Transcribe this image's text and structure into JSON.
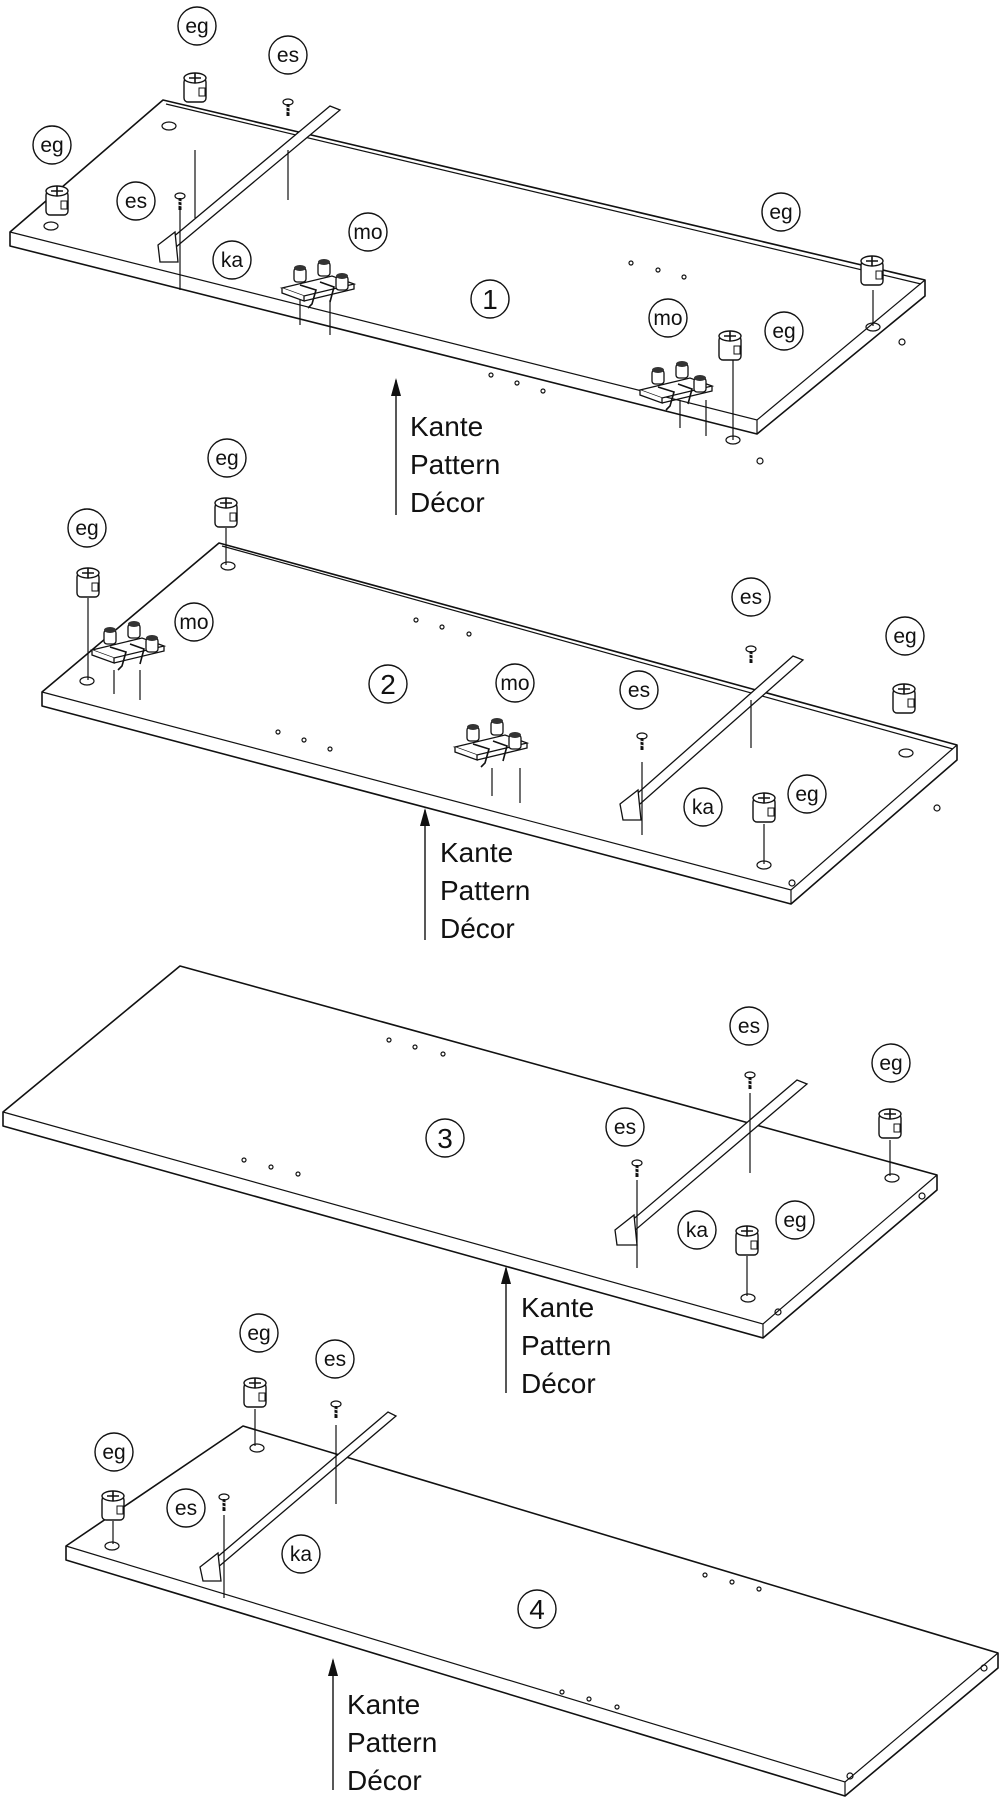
{
  "panels": [
    {
      "number": "1",
      "callouts": [
        "eg",
        "es",
        "eg",
        "es",
        "ka",
        "mo",
        "eg",
        "mo",
        "eg"
      ],
      "edge_label": [
        "Kante",
        "Pattern",
        "Décor"
      ]
    },
    {
      "number": "2",
      "callouts": [
        "eg",
        "eg",
        "mo",
        "mo",
        "es",
        "es",
        "eg",
        "ka",
        "eg"
      ],
      "edge_label": [
        "Kante",
        "Pattern",
        "Décor"
      ]
    },
    {
      "number": "3",
      "callouts": [
        "es",
        "eg",
        "es",
        "ka",
        "eg"
      ],
      "edge_label": [
        "Kante",
        "Pattern",
        "Décor"
      ]
    },
    {
      "number": "4",
      "callouts": [
        "eg",
        "es",
        "eg",
        "es",
        "ka"
      ],
      "edge_label": [
        "Kante",
        "Pattern",
        "Décor"
      ]
    }
  ]
}
